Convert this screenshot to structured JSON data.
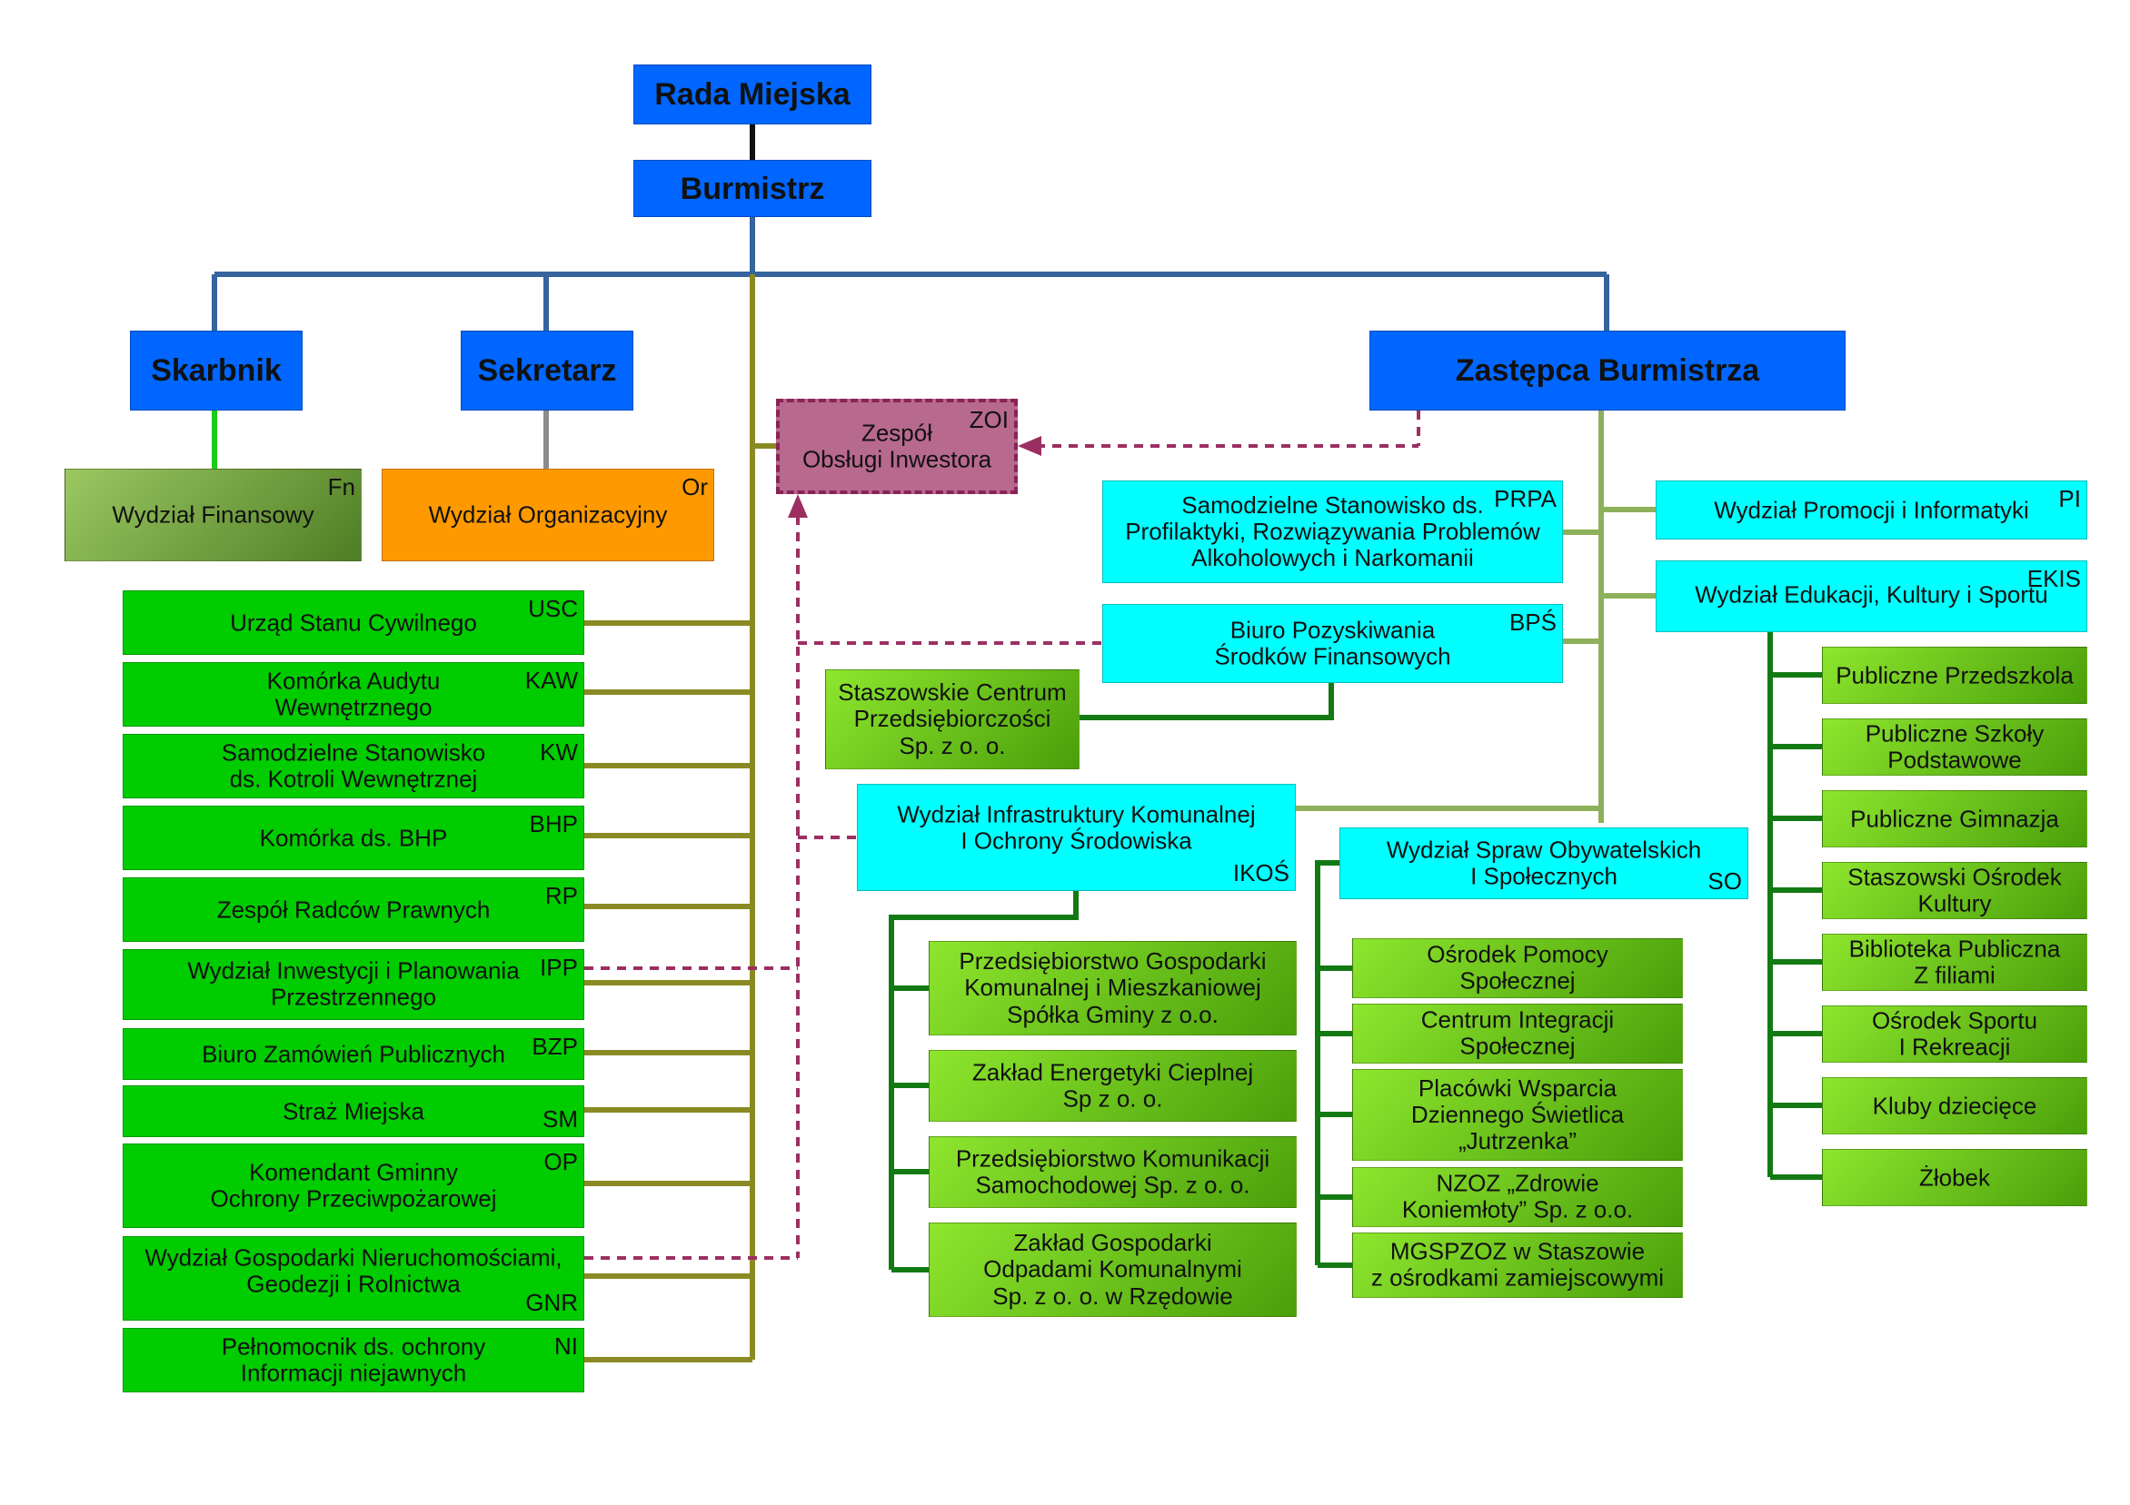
{
  "colors": {
    "top": "#0066ff",
    "cyan": "#00ffff",
    "green": "#00cc00",
    "grad_light": "#8ee62e",
    "grad_dark": "#4a9f0a",
    "orange": "#ff9900",
    "zoi": "#b8698e",
    "wire_blue": "#35649e",
    "wire_olive": "#8a8a24",
    "wire_light": "#8db05a",
    "wire_dark": "#137a13",
    "wire_dash": "#9c2f62"
  },
  "top": {
    "rada": "Rada Miejska",
    "burmistrz": "Burmistrz",
    "skarbnik": "Skarbnik",
    "sekretarz": "Sekretarz",
    "zastepca": "Zastępca Burmistrza"
  },
  "zoi": {
    "label": "Zespół\nObsługi Inwestora",
    "code": "ZOI"
  },
  "fn": {
    "label": "Wydział Finansowy",
    "code": "Fn"
  },
  "or": {
    "label": "Wydział Organizacyjny",
    "code": "Or"
  },
  "left_units": [
    {
      "label": "Urząd Stanu Cywilnego",
      "code": "USC"
    },
    {
      "label": "Komórka Audytu\nWewnętrznego",
      "code": "KAW"
    },
    {
      "label": "Samodzielne Stanowisko\nds. Kotroli Wewnętrznej",
      "code": "KW"
    },
    {
      "label": "Komórka ds. BHP",
      "code": "BHP"
    },
    {
      "label": "Zespół Radców Prawnych",
      "code": "RP"
    },
    {
      "label": "Wydział Inwestycji i Planowania\nPrzestrzennego",
      "code": "IPP"
    },
    {
      "label": "Biuro Zamówień Publicznych",
      "code": "BZP"
    },
    {
      "label": "Straż Miejska",
      "code": "SM"
    },
    {
      "label": "Komendant Gminny\nOchrony Przeciwpożarowej",
      "code": "OP"
    },
    {
      "label": "Wydział Gospodarki Nieruchomościami,\nGeodezji i Rolnictwa",
      "code": "GNR"
    },
    {
      "label": "Pełnomocnik ds. ochrony\nInformacji niejawnych",
      "code": "NI"
    }
  ],
  "prpa": {
    "label": "Samodzielne Stanowisko ds.\nProfilaktyki, Rozwiązywania Problemów\nAlkoholowych i Narkomanii",
    "code": "PRPA"
  },
  "bps": {
    "label": "Biuro Pozyskiwania\nŚrodków Finansowych",
    "code": "BPŚ"
  },
  "scp": {
    "label": "Staszowskie Centrum\nPrzedsiębiorczości\nSp. z o. o."
  },
  "ikos": {
    "label": "Wydział Infrastruktury Komunalnej\nI Ochrony Środowiska",
    "code": "IKOŚ"
  },
  "ikos_units": [
    {
      "label": "Przedsiębiorstwo Gospodarki\nKomunalnej i Mieszkaniowej\nSpółka Gminy z o.o."
    },
    {
      "label": "Zakład Energetyki Cieplnej\nSp z o. o."
    },
    {
      "label": "Przedsiębiorstwo Komunikacji\nSamochodowej Sp. z o. o."
    },
    {
      "label": "Zakład Gospodarki\nOdpadami Komunalnymi\nSp. z o. o. w Rzędowie"
    }
  ],
  "so": {
    "label": "Wydział Spraw Obywatelskich\nI Społecznych",
    "code": "SO"
  },
  "so_units": [
    {
      "label": "Ośrodek Pomocy\nSpołecznej"
    },
    {
      "label": "Centrum Integracji\nSpołecznej"
    },
    {
      "label": "Placówki Wsparcia\nDziennego Świetlica\n„Jutrzenka”"
    },
    {
      "label": "NZOZ „Zdrowie\nKoniemłoty” Sp. z o.o."
    },
    {
      "label": "MGSPZOZ w Staszowie\nz ośrodkami zamiejscowymi"
    }
  ],
  "pi": {
    "label": "Wydział Promocji i Informatyki",
    "code": "PI"
  },
  "ekis": {
    "label": "Wydział Edukacji, Kultury i Sportu",
    "code": "EKIS"
  },
  "ekis_units": [
    {
      "label": "Publiczne Przedszkola"
    },
    {
      "label": "Publiczne Szkoły\nPodstawowe"
    },
    {
      "label": "Publiczne Gimnazja"
    },
    {
      "label": "Staszowski Ośrodek\nKultury"
    },
    {
      "label": "Biblioteka Publiczna\nZ filiami"
    },
    {
      "label": "Ośrodek Sportu\nI Rekreacji"
    },
    {
      "label": "Kluby dziecięce"
    },
    {
      "label": "Żłobek"
    }
  ]
}
